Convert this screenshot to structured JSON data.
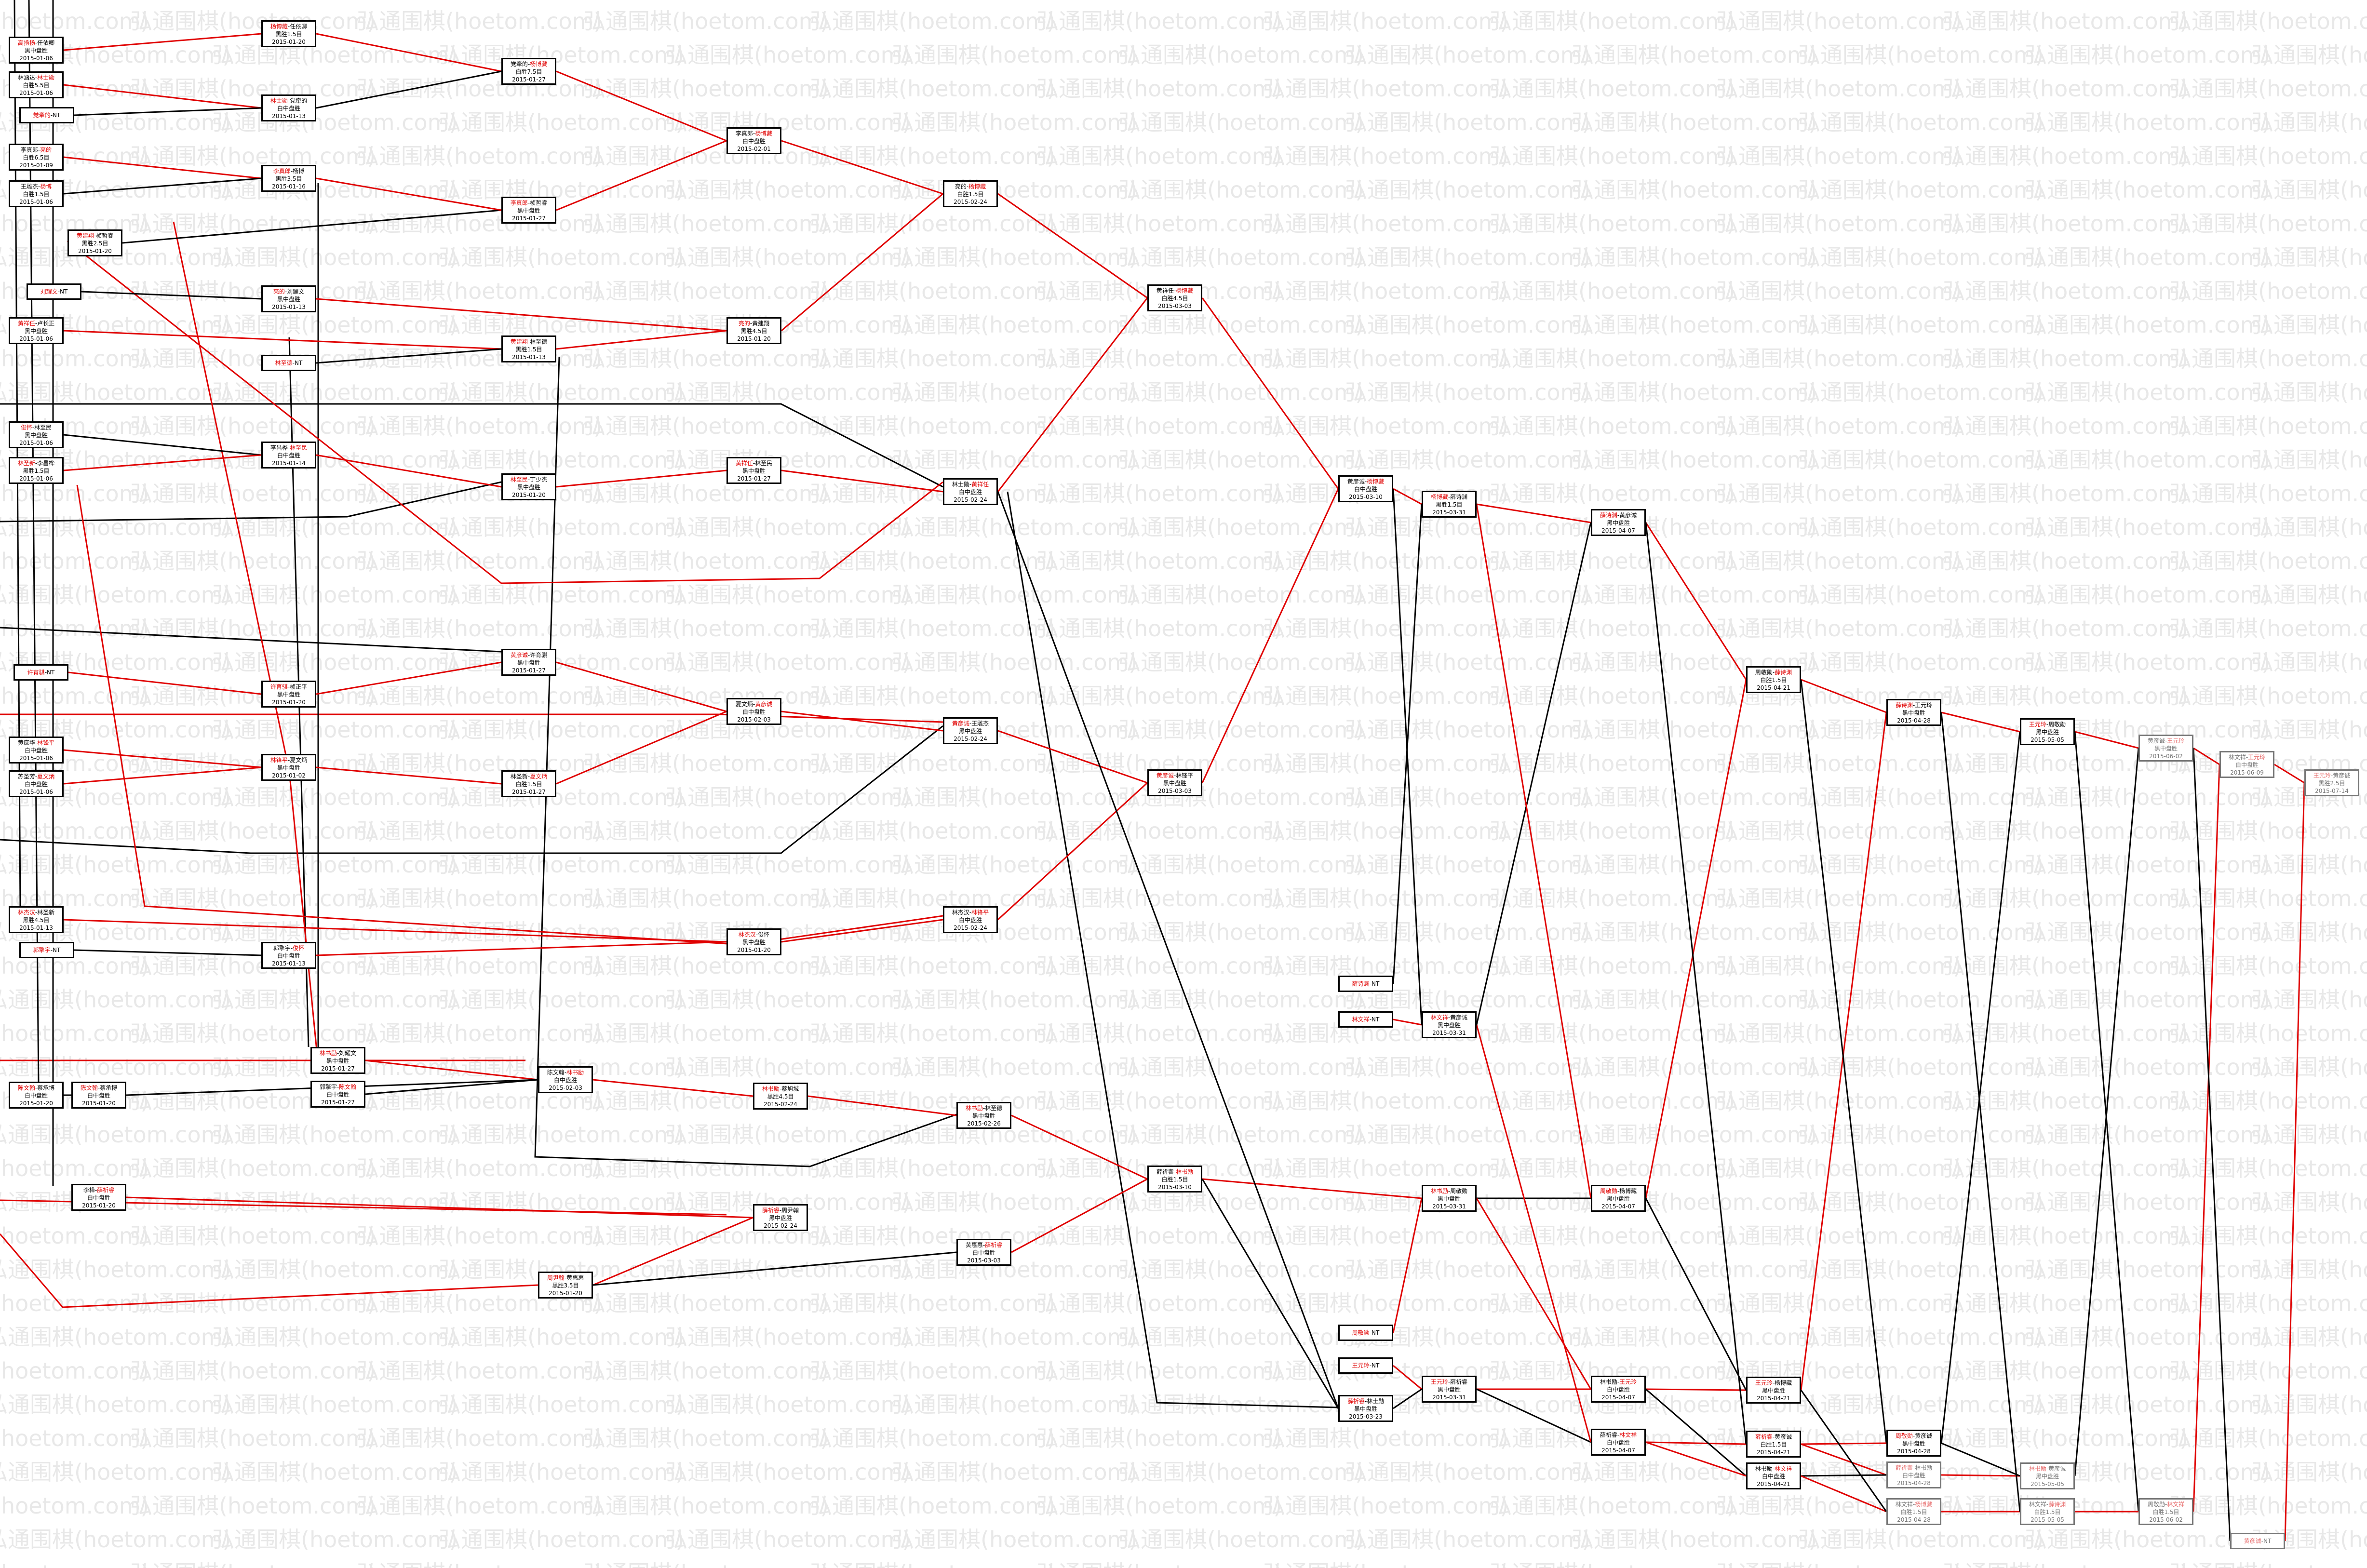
{
  "watermark": "弘通围棋(hoetom.com)",
  "colors": {
    "winner": "#e00000",
    "wire_red": "#e00000",
    "wire_black": "#000000",
    "border": "#000000"
  },
  "nodes": [
    {
      "id": "c1n1",
      "a": "杨博藏",
      "b": "任依卿",
      "w": "a",
      "r": "黑胜1.5目",
      "d": "2015-01-20"
    },
    {
      "id": "c1n2",
      "a": "林士勋",
      "b": "党牵的",
      "w": "a",
      "r": "白中盘胜",
      "d": "2015-01-13"
    },
    {
      "id": "c1n3",
      "a": "李真郎",
      "b": "杨博",
      "w": "a",
      "r": "黑胜3.5目",
      "d": "2015-01-16"
    },
    {
      "id": "c1n4",
      "a": "亮的",
      "b": "刘耀文",
      "w": "a",
      "r": "黑中盘胜",
      "d": "2015-01-13"
    },
    {
      "id": "c1n5",
      "a": "林至德",
      "b": "",
      "w": "a",
      "r": "",
      "d": "",
      "bye": true
    },
    {
      "id": "c1n6",
      "a": "李昌桦",
      "b": "林至民",
      "w": "b",
      "r": "白中盘胜",
      "d": "2015-01-14"
    },
    {
      "id": "c1n7",
      "a": "许育骐",
      "b": "桢正平",
      "w": "a",
      "r": "黑中盘胜",
      "d": "2015-01-20"
    },
    {
      "id": "c1n8",
      "a": "林锋平",
      "b": "夏文炳",
      "w": "a",
      "r": "黑中盘胜",
      "d": "2015-01-02"
    },
    {
      "id": "c1n9",
      "a": "郭擎宇",
      "b": "俊怀",
      "w": "b",
      "r": "白中盘胜",
      "d": "2015-01-13"
    },
    {
      "id": "c1n10",
      "a": "林书励",
      "b": "刘耀文",
      "w": "a",
      "r": "黑中盘胜",
      "d": "2015-01-27"
    },
    {
      "id": "c1n11",
      "a": "郭擎宇",
      "b": "陈文翰",
      "w": "b",
      "r": "白中盘胜",
      "d": "2015-01-27"
    },
    {
      "id": "c1n12",
      "a": "陈文翰",
      "b": "蔡承博",
      "w": "a",
      "r": "白中盘胜",
      "d": "2015-01-20"
    },
    {
      "id": "c1n13",
      "a": "李樺",
      "b": "薛祈睿",
      "w": "b",
      "r": "白中盘胜",
      "d": "2015-01-20"
    },
    {
      "id": "c2n1",
      "a": "党牵的",
      "b": "杨博藏",
      "w": "b",
      "r": "白胜7.5目",
      "d": "2015-01-27"
    },
    {
      "id": "c2n2",
      "a": "李真郎",
      "b": "桢哲睿",
      "w": "a",
      "r": "黑中盘胜",
      "d": "2015-01-27"
    },
    {
      "id": "c2n3",
      "a": "黄建翔",
      "b": "林至德",
      "w": "a",
      "r": "黑胜1.5目",
      "d": "2015-01-13"
    },
    {
      "id": "c2n4",
      "a": "林至民",
      "b": "丁少杰",
      "w": "a",
      "r": "黑中盘胜",
      "d": "2015-01-20"
    },
    {
      "id": "c2n5",
      "a": "黄彦诚",
      "b": "许育骐",
      "w": "a",
      "r": "黑中盘胜",
      "d": "2015-01-27"
    },
    {
      "id": "c2n6",
      "a": "林圣新",
      "b": "夏文炳",
      "w": "b",
      "r": "白胜1.5目",
      "d": "2015-01-27"
    },
    {
      "id": "c2n7",
      "a": "陈文翰",
      "b": "林书励",
      "w": "b",
      "r": "白中盘胜",
      "d": "2015-02-03"
    },
    {
      "id": "c2n8",
      "a": "薛祈睿",
      "b": "周尹翰",
      "w": "a",
      "r": "黑中盘胜",
      "d": "2015-02-24"
    },
    {
      "id": "c2n9",
      "a": "周尹翰",
      "b": "黄惠惠",
      "w": "a",
      "r": "黑胜3.5目",
      "d": "2015-01-20"
    },
    {
      "id": "c3n1",
      "a": "李真郎",
      "b": "杨博藏",
      "w": "b",
      "r": "白中盘胜",
      "d": "2015-02-01"
    },
    {
      "id": "c3n2",
      "a": "亮的",
      "b": "黄建翔",
      "w": "a",
      "r": "黑胜4.5目",
      "d": "2015-01-20"
    },
    {
      "id": "c3n3",
      "a": "黄祥任",
      "b": "林至民",
      "w": "a",
      "r": "黑中盘胜",
      "d": "2015-01-27"
    },
    {
      "id": "c3n4",
      "a": "夏文炳",
      "b": "黄彦诚",
      "w": "b",
      "r": "白中盘胜",
      "d": "2015-02-03"
    },
    {
      "id": "c3n5",
      "a": "林杰汉",
      "b": "俊怀",
      "w": "a",
      "r": "黑中盘胜",
      "d": "2015-01-20"
    },
    {
      "id": "c3n6",
      "a": "林书励",
      "b": "蔡旭城",
      "w": "a",
      "r": "黑胜4.5目",
      "d": "2015-02-24"
    },
    {
      "id": "c3n7",
      "a": "薛祈睿",
      "b": "周尹翰",
      "w": "a",
      "r": "黑中盘胜",
      "d": "2015-02-24"
    },
    {
      "id": "c4n1",
      "a": "亮的",
      "b": "杨博藏",
      "w": "b",
      "r": "白胜1.5目",
      "d": "2015-02-24"
    },
    {
      "id": "c4n2",
      "a": "林士勋",
      "b": "黄祥任",
      "w": "b",
      "r": "白中盘胜",
      "d": "2015-02-24"
    },
    {
      "id": "c4n3",
      "a": "黄彦诚",
      "b": "王雕杰",
      "w": "a",
      "r": "黑中盘胜",
      "d": "2015-02-24"
    },
    {
      "id": "c4n4",
      "a": "林杰汉",
      "b": "林锋平",
      "w": "b",
      "r": "白中盘胜",
      "d": "2015-02-24"
    },
    {
      "id": "c4n5",
      "a": "林书励",
      "b": "林至德",
      "w": "a",
      "r": "黑中盘胜",
      "d": "2015-02-26"
    },
    {
      "id": "c4n6",
      "a": "黄惠惠",
      "b": "薛祈睿",
      "w": "b",
      "r": "白中盘胜",
      "d": "2015-03-03"
    },
    {
      "id": "c5n1",
      "a": "黄祥任",
      "b": "杨博藏",
      "w": "b",
      "r": "白胜4.5目",
      "d": "2015-03-03"
    },
    {
      "id": "c5n2",
      "a": "黄彦诚",
      "b": "林锋平",
      "w": "a",
      "r": "黑中盘胜",
      "d": "2015-03-03"
    },
    {
      "id": "c5n3",
      "a": "薛祈睿",
      "b": "林书励",
      "w": "b",
      "r": "白胜1.5目",
      "d": "2015-03-10"
    },
    {
      "id": "c6n1",
      "a": "黄彦诚",
      "b": "杨博藏",
      "w": "b",
      "r": "白中盘胜",
      "d": "2015-03-10"
    },
    {
      "id": "c6n2",
      "a": "薛诗渊",
      "b": "",
      "w": "a",
      "r": "",
      "d": "",
      "bye": true
    },
    {
      "id": "c6n3",
      "a": "林文祥",
      "b": "",
      "w": "a",
      "r": "",
      "d": "",
      "bye": true
    },
    {
      "id": "c6n4",
      "a": "周敬勋",
      "b": "",
      "w": "a",
      "r": "",
      "d": "",
      "bye": true
    },
    {
      "id": "c6n5",
      "a": "王元玲",
      "b": "",
      "w": "a",
      "r": "",
      "d": "",
      "bye": true
    },
    {
      "id": "c6n6",
      "a": "薛祈睿",
      "b": "林士勋",
      "w": "a",
      "r": "黑中盘胜",
      "d": "2015-03-23"
    },
    {
      "id": "c7n1",
      "a": "杨博藏",
      "b": "薛诗渊",
      "w": "a",
      "r": "黑胜1.5目",
      "d": "2015-03-31"
    },
    {
      "id": "c7n2",
      "a": "林文祥",
      "b": "黄彦诚",
      "w": "a",
      "r": "黑中盘胜",
      "d": "2015-03-31"
    },
    {
      "id": "c7n3",
      "a": "林书励",
      "b": "周敬勋",
      "w": "a",
      "r": "黑中盘胜",
      "d": "2015-03-31"
    },
    {
      "id": "c7n4",
      "a": "王元玲",
      "b": "薛祈睿",
      "w": "a",
      "r": "黑中盘胜",
      "d": "2015-03-31"
    },
    {
      "id": "c8n1",
      "a": "薛诗渊",
      "b": "黄彦诚",
      "w": "a",
      "r": "黑中盘胜",
      "d": "2015-04-07"
    },
    {
      "id": "c8n2",
      "a": "周敬勋",
      "b": "杨博藏",
      "w": "a",
      "r": "黑中盘胜",
      "d": "2015-04-07"
    },
    {
      "id": "c8n3",
      "a": "林书励",
      "b": "王元玲",
      "w": "b",
      "r": "白中盘胜",
      "d": "2015-04-07"
    },
    {
      "id": "c8n4",
      "a": "薛祈睿",
      "b": "林文祥",
      "w": "b",
      "r": "白中盘胜",
      "d": "2015-04-07"
    },
    {
      "id": "c9n1",
      "a": "周敬勋",
      "b": "薛诗渊",
      "w": "b",
      "r": "白胜1.5目",
      "d": "2015-04-21"
    },
    {
      "id": "c9n2",
      "a": "王元玲",
      "b": "杨博藏",
      "w": "a",
      "r": "黑中盘胜",
      "d": "2015-04-21"
    },
    {
      "id": "c9n3",
      "a": "薛祈睿",
      "b": "黄彦诚",
      "w": "a",
      "r": "白胜1.5目",
      "d": "2015-04-21"
    },
    {
      "id": "c9n4",
      "a": "林书励",
      "b": "林文祥",
      "w": "b",
      "r": "白中盘胜",
      "d": "2015-04-21"
    },
    {
      "id": "c10n1",
      "a": "薛诗渊",
      "b": "王元玲",
      "w": "a",
      "r": "黑中盘胜",
      "d": "2015-04-28"
    },
    {
      "id": "c10n2",
      "a": "周敬勋",
      "b": "黄彦诚",
      "w": "a",
      "r": "黑中盘胜",
      "d": "2015-04-28"
    },
    {
      "id": "c10n3",
      "a": "薛祈睿",
      "b": "林书励",
      "w": "a",
      "r": "白中盘胜",
      "d": "2015-04-28",
      "faded": true
    },
    {
      "id": "c10n4",
      "a": "林文祥",
      "b": "杨博藏",
      "w": "b",
      "r": "白胜1.5目",
      "d": "2015-04-28",
      "faded": true
    },
    {
      "id": "c11n1",
      "a": "王元玲",
      "b": "周敬勋",
      "w": "a",
      "r": "黑中盘胜",
      "d": "2015-05-05"
    },
    {
      "id": "c11n2",
      "a": "林书励",
      "b": "黄彦诚",
      "w": "a",
      "r": "黑中盘胜",
      "d": "2015-05-05",
      "faded": true
    },
    {
      "id": "c11n3",
      "a": "林文祥",
      "b": "薛诗渊",
      "w": "b",
      "r": "白胜1.5目",
      "d": "2015-05-05",
      "faded": true
    },
    {
      "id": "c12n1",
      "a": "黄彦诚",
      "b": "王元玲",
      "w": "b",
      "r": "黑中盘胜",
      "d": "2015-06-02",
      "faded": true
    },
    {
      "id": "c12n2",
      "a": "周敬勋",
      "b": "林文祥",
      "w": "b",
      "r": "白胜1.5目",
      "d": "2015-06-02",
      "faded": true
    },
    {
      "id": "c13n1",
      "a": "林文祥",
      "b": "王元玲",
      "w": "b",
      "r": "白中盘胜",
      "d": "2015-06-09",
      "faded": true
    },
    {
      "id": "c13n2",
      "a": "黄彦诚",
      "b": "",
      "w": "a",
      "r": "",
      "d": "",
      "bye": true,
      "faded": true
    },
    {
      "id": "c14n1",
      "a": "王元玲",
      "b": "黄彦诚",
      "w": "a",
      "r": "黑胜2.5目",
      "d": "2015-07-14",
      "faded": true
    },
    {
      "id": "e1",
      "a": "高扬扬",
      "b": "任依卿",
      "w": "a",
      "r": "黑中盘胜",
      "d": "2015-01-06"
    },
    {
      "id": "e2",
      "a": "林涵达",
      "b": "林士勋",
      "w": "b",
      "r": "白胜5.5目",
      "d": "2015-01-06"
    },
    {
      "id": "e3",
      "a": "党牵的",
      "b": "",
      "w": "a",
      "r": "",
      "d": "",
      "bye": true
    },
    {
      "id": "e4",
      "a": "李真郎",
      "b": "亮的",
      "w": "b",
      "r": "白胜6.5目",
      "d": "2015-01-09"
    },
    {
      "id": "e5",
      "a": "王雕杰",
      "b": "杨博",
      "w": "b",
      "r": "白胜1.5目",
      "d": "2015-01-06"
    },
    {
      "id": "e6",
      "a": "黄建翔",
      "b": "桢哲睿",
      "w": "a",
      "r": "黑胜2.5目",
      "d": "2015-01-20"
    },
    {
      "id": "e7",
      "a": "刘耀文",
      "b": "",
      "w": "a",
      "r": "",
      "d": "",
      "bye": true
    },
    {
      "id": "e8",
      "a": "黄祥任",
      "b": "卢长正",
      "w": "a",
      "r": "黑中盘胜",
      "d": "2015-01-06"
    },
    {
      "id": "e9",
      "a": "俊怀",
      "b": "林至民",
      "w": "a",
      "r": "黑中盘胜",
      "d": "2015-01-06"
    },
    {
      "id": "e10",
      "a": "林圣新",
      "b": "李昌桦",
      "w": "a",
      "r": "黑胜1.5目",
      "d": "2015-01-06"
    },
    {
      "id": "e11",
      "a": "许育骐",
      "b": "",
      "w": "a",
      "r": "",
      "d": "",
      "bye": true
    },
    {
      "id": "e12",
      "a": "黄庶华",
      "b": "林锋平",
      "w": "b",
      "r": "白中盘胜",
      "d": "2015-01-06"
    },
    {
      "id": "e13",
      "a": "苏圣芳",
      "b": "夏文炳",
      "w": "b",
      "r": "白中盘胜",
      "d": "2015-01-06"
    },
    {
      "id": "e14",
      "a": "林杰汉",
      "b": "林圣新",
      "w": "a",
      "r": "黑胜4.5目",
      "d": "2015-01-13"
    },
    {
      "id": "e15",
      "a": "郭擎宇",
      "b": "",
      "w": "a",
      "r": "",
      "d": "",
      "bye": true
    },
    {
      "id": "e16",
      "a": "陈文翰",
      "b": "蔡承博",
      "w": "a",
      "r": "白中盘胜",
      "d": "2015-01-20"
    }
  ]
}
